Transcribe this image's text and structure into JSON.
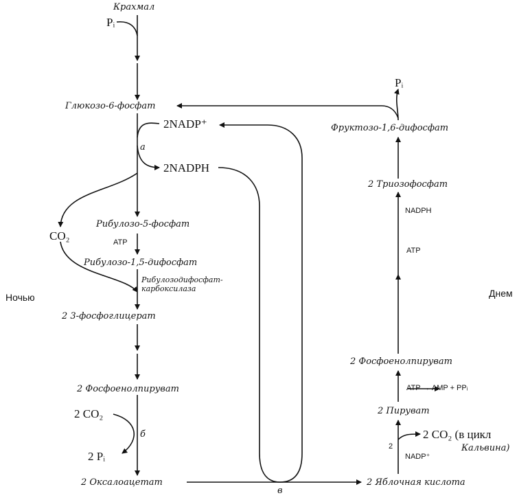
{
  "labels": {
    "starch": "Крахмал",
    "pi_top": "Pᵢ",
    "glucose6p": "Глюкозо-6-фосфат",
    "nadp_plus": "2NADP⁺",
    "step_a": "а",
    "nadph2": "2NADPH",
    "co2_left": "CO₂",
    "ribulose5p": "Рибулозо-5-фосфат",
    "atp_left": "ATP",
    "ribulose15dp": "Рибулозо-1,5-дифосфат",
    "rubisco_line1": "Рибулозодифосфат-",
    "rubisco_line2": "карбоксилаза",
    "night": "Ночью",
    "pga": "2  3-фосфоглицерат",
    "pep_left": "2  Фосфоенолпируват",
    "co2_2_left": "2 CO₂",
    "step_b": "б",
    "pi_2": "2 Pᵢ",
    "oxaloacetate": "2 Оксалоацетат",
    "step_v": "в",
    "malic": "2 Яблочная кислота",
    "pi_right": "Pᵢ",
    "fructose16dp": "Фруктозо-1,6-дифосфат",
    "triosephosphate": "2 Триозофосфат",
    "nadph_right": "NADPH",
    "atp_right": "ATP",
    "day": "Днем",
    "pep_right": "2 Фосфоенолпируват",
    "atp_amp": "ATP → AMP + PPᵢ",
    "pyruvate": "2 Пируват",
    "co2_calvin_1": "2 CO₂ (в цикл",
    "co2_calvin_2": "Кальвина)",
    "num_2_right": "2",
    "nadp_right": "NADP⁺"
  }
}
